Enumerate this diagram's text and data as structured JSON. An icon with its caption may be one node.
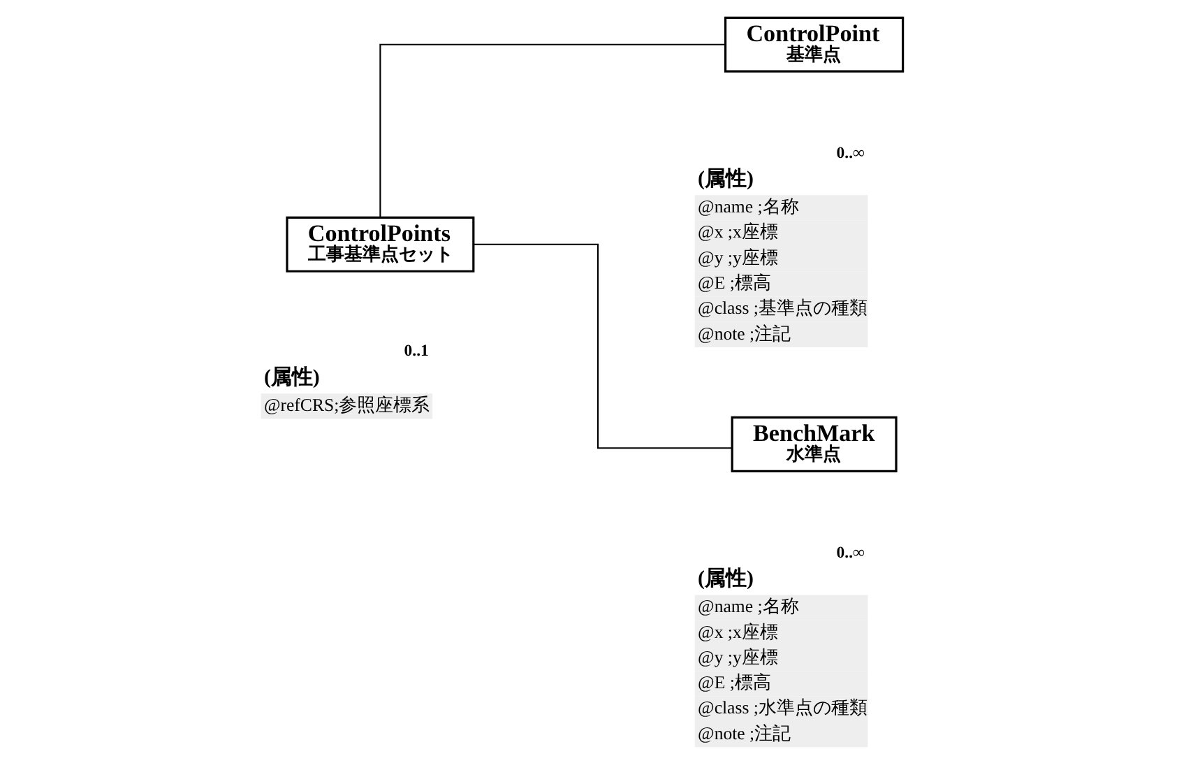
{
  "diagram": {
    "nodes": [
      {
        "text": [
          "ControlPoints",
          "工事基準点セット"
        ],
        "beside": [
          "0..1",
          "(属性)",
          "@refCRS;参照座標系"
        ]
      },
      {
        "text": [
          "ControlPoint",
          "基準点"
        ],
        "beside": [
          "0..∞",
          "(属性)",
          "@name ;名称",
          "@x ;x座標",
          "@y ;y座標",
          "@E ;標高",
          "@class ;基準点の種類",
          "@note ;注記"
        ]
      },
      {
        "text": [
          "BenchMark",
          "水準点"
        ],
        "beside": [
          "0..∞",
          "(属性)",
          "@name ;名称",
          "@x ;x座標",
          "@y ;y座標",
          "@E ;標高",
          "@class ;水準点の種類",
          "@note ;注記"
        ]
      }
    ],
    "edges": [
      {
        "from": 0,
        "to": 1,
        "arrow": "none"
      },
      {
        "from": 0,
        "to": 2,
        "arrow": "none"
      }
    ]
  }
}
